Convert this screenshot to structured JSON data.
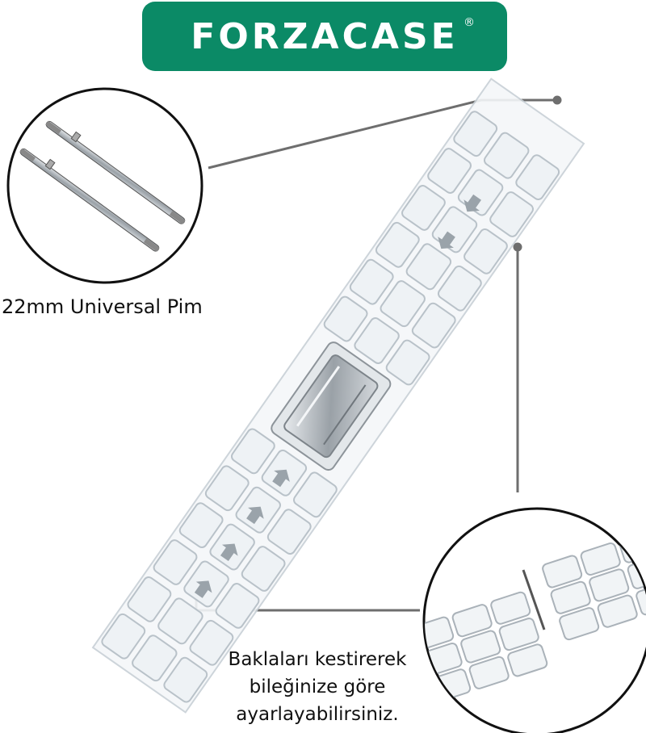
{
  "brand": {
    "logo_text": "FORZACASE",
    "registered_mark": "®",
    "color": "#0b8a66"
  },
  "callouts": {
    "pin_label": "22mm Universal Pim",
    "links_label_lines": [
      "Baklaları kestirerek",
      "bileğinize göre",
      "ayarlayabilirsiniz."
    ]
  },
  "colors": {
    "leader_line": "#6e6e6e",
    "strap": "#c8d0d6",
    "clasp": "#b9bec3"
  }
}
